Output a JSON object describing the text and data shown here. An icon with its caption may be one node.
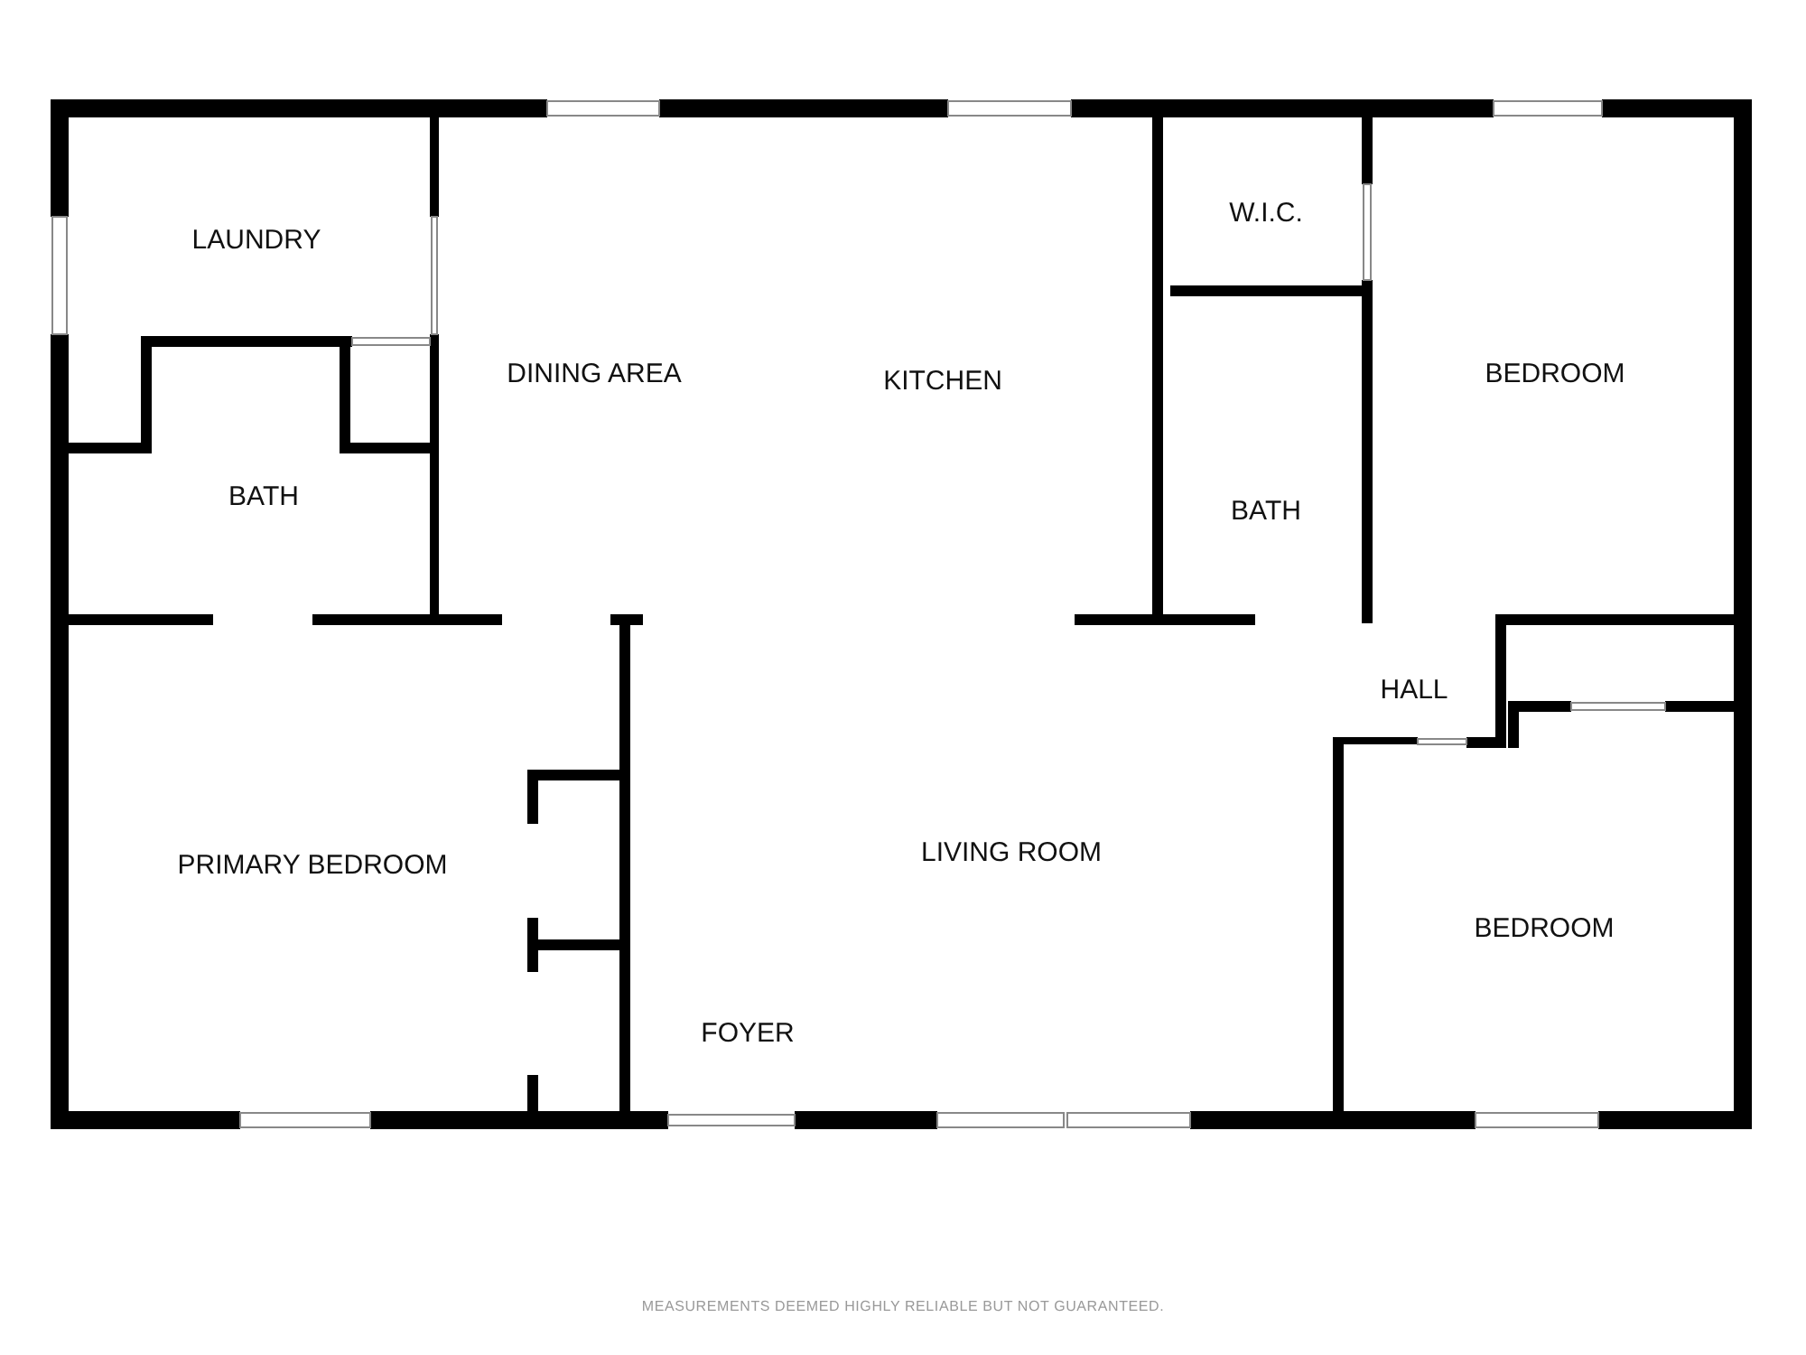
{
  "diagram": {
    "nodes": [
      {
        "text": [
          "LAUNDRY"
        ]
      },
      {
        "text": [
          "W.I.C."
        ]
      },
      {
        "text": [
          "DINING AREA"
        ]
      },
      {
        "text": [
          "KITCHEN"
        ]
      },
      {
        "text": [
          "BEDROOM"
        ]
      },
      {
        "text": [
          "BATH"
        ]
      },
      {
        "text": [
          "BATH"
        ]
      },
      {
        "text": [
          "HALL"
        ]
      },
      {
        "text": [
          "PRIMARY BEDROOM"
        ]
      },
      {
        "text": [
          "LIVING ROOM"
        ]
      },
      {
        "text": [
          "BEDROOM"
        ]
      },
      {
        "text": [
          "FOYER"
        ]
      }
    ],
    "labels": [
      "MEASUREMENTS DEEMED HIGHLY RELIABLE BUT NOT GUARANTEED."
    ]
  }
}
